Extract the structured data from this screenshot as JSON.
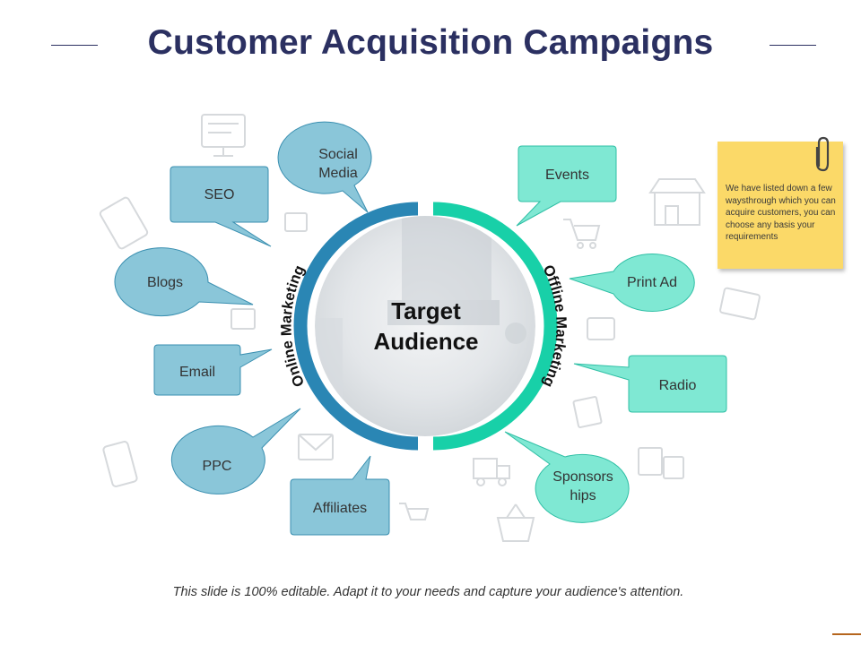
{
  "title": "Customer Acquisition Campaigns",
  "center": {
    "line1": "Target",
    "line2": "Audience"
  },
  "ring_labels": {
    "left": "Online Marketing",
    "right": "Offline Marketing"
  },
  "online": {
    "color": "#8ac6d9",
    "stroke": "#3a8fb0",
    "items": [
      {
        "label": "Social Media",
        "line1": "Social",
        "line2": "Media"
      },
      {
        "label": "SEO"
      },
      {
        "label": "Blogs"
      },
      {
        "label": "Email"
      },
      {
        "label": "PPC"
      },
      {
        "label": "Affiliates"
      }
    ]
  },
  "offline": {
    "color": "#7fe8d3",
    "stroke": "#2fbfa5",
    "items": [
      {
        "label": "Events"
      },
      {
        "label": "Print Ad"
      },
      {
        "label": "Radio"
      },
      {
        "label": "Sponsorships",
        "line1": "Sponsors",
        "line2": "hips"
      }
    ]
  },
  "note": {
    "text": "We have listed down a few waysthrough which you can acquire customers, you can choose any basis your requirements",
    "color": "#fbd968"
  },
  "footer": "This slide is 100% editable. Adapt it to your needs and capture your audience's attention.",
  "colors": {
    "title": "#2b3061",
    "ring_online": "#2a86b4",
    "ring_offline": "#18d0a8"
  },
  "background_icons": [
    "presentation-icon",
    "tablet-icon",
    "store-icon",
    "delivery-truck-icon",
    "shopping-cart-icon",
    "basket-icon",
    "email-icon",
    "shopping-bag-icon",
    "wallet-icon",
    "free-delivery-icon",
    "phone-shop-icon"
  ]
}
